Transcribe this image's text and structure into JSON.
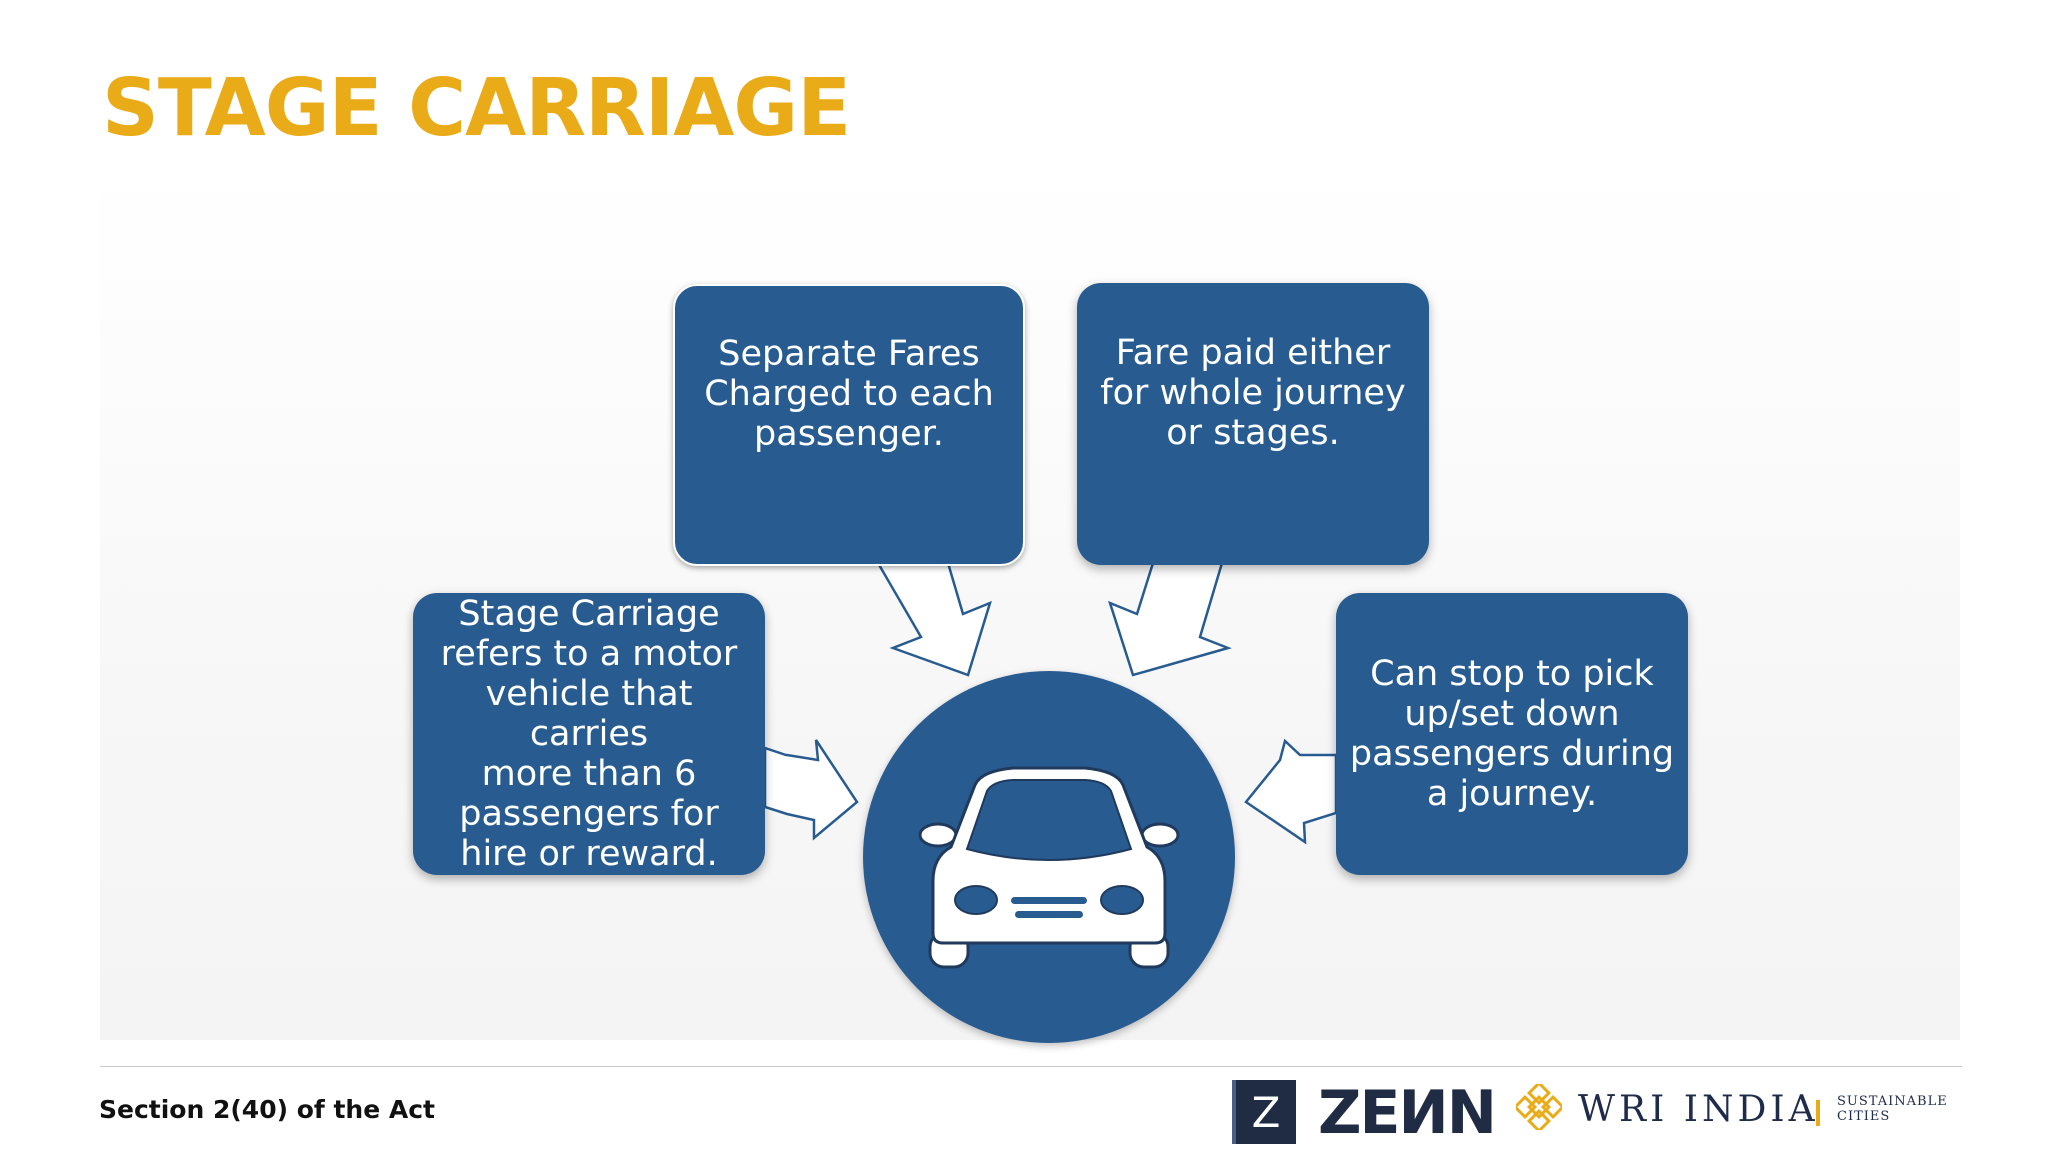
{
  "title": "STAGE CARRIAGE",
  "boxes": {
    "top_left": "Separate Fares\nCharged to each\npassenger.",
    "top_right": "Fare paid either\nfor whole journey\nor stages.",
    "left": "Stage Carriage\nrefers to a motor\nvehicle that carries\nmore than 6\npassengers for\nhire or reward.",
    "right": "Can stop to pick\nup/set down\npassengers during\na journey."
  },
  "hub": {
    "icon": "car-icon"
  },
  "footer": {
    "note": "Section 2(40) of the Act",
    "zenn_mark": "Z",
    "zenn_word": "ZEИN",
    "wri_word": "WRI INDIA",
    "wri_sub": "SUSTAINABLE\nCITIES"
  },
  "colors": {
    "title": "#e9ab17",
    "box": "#285c91",
    "zenn": "#1f2c44",
    "wri_accent": "#e9ab17"
  }
}
